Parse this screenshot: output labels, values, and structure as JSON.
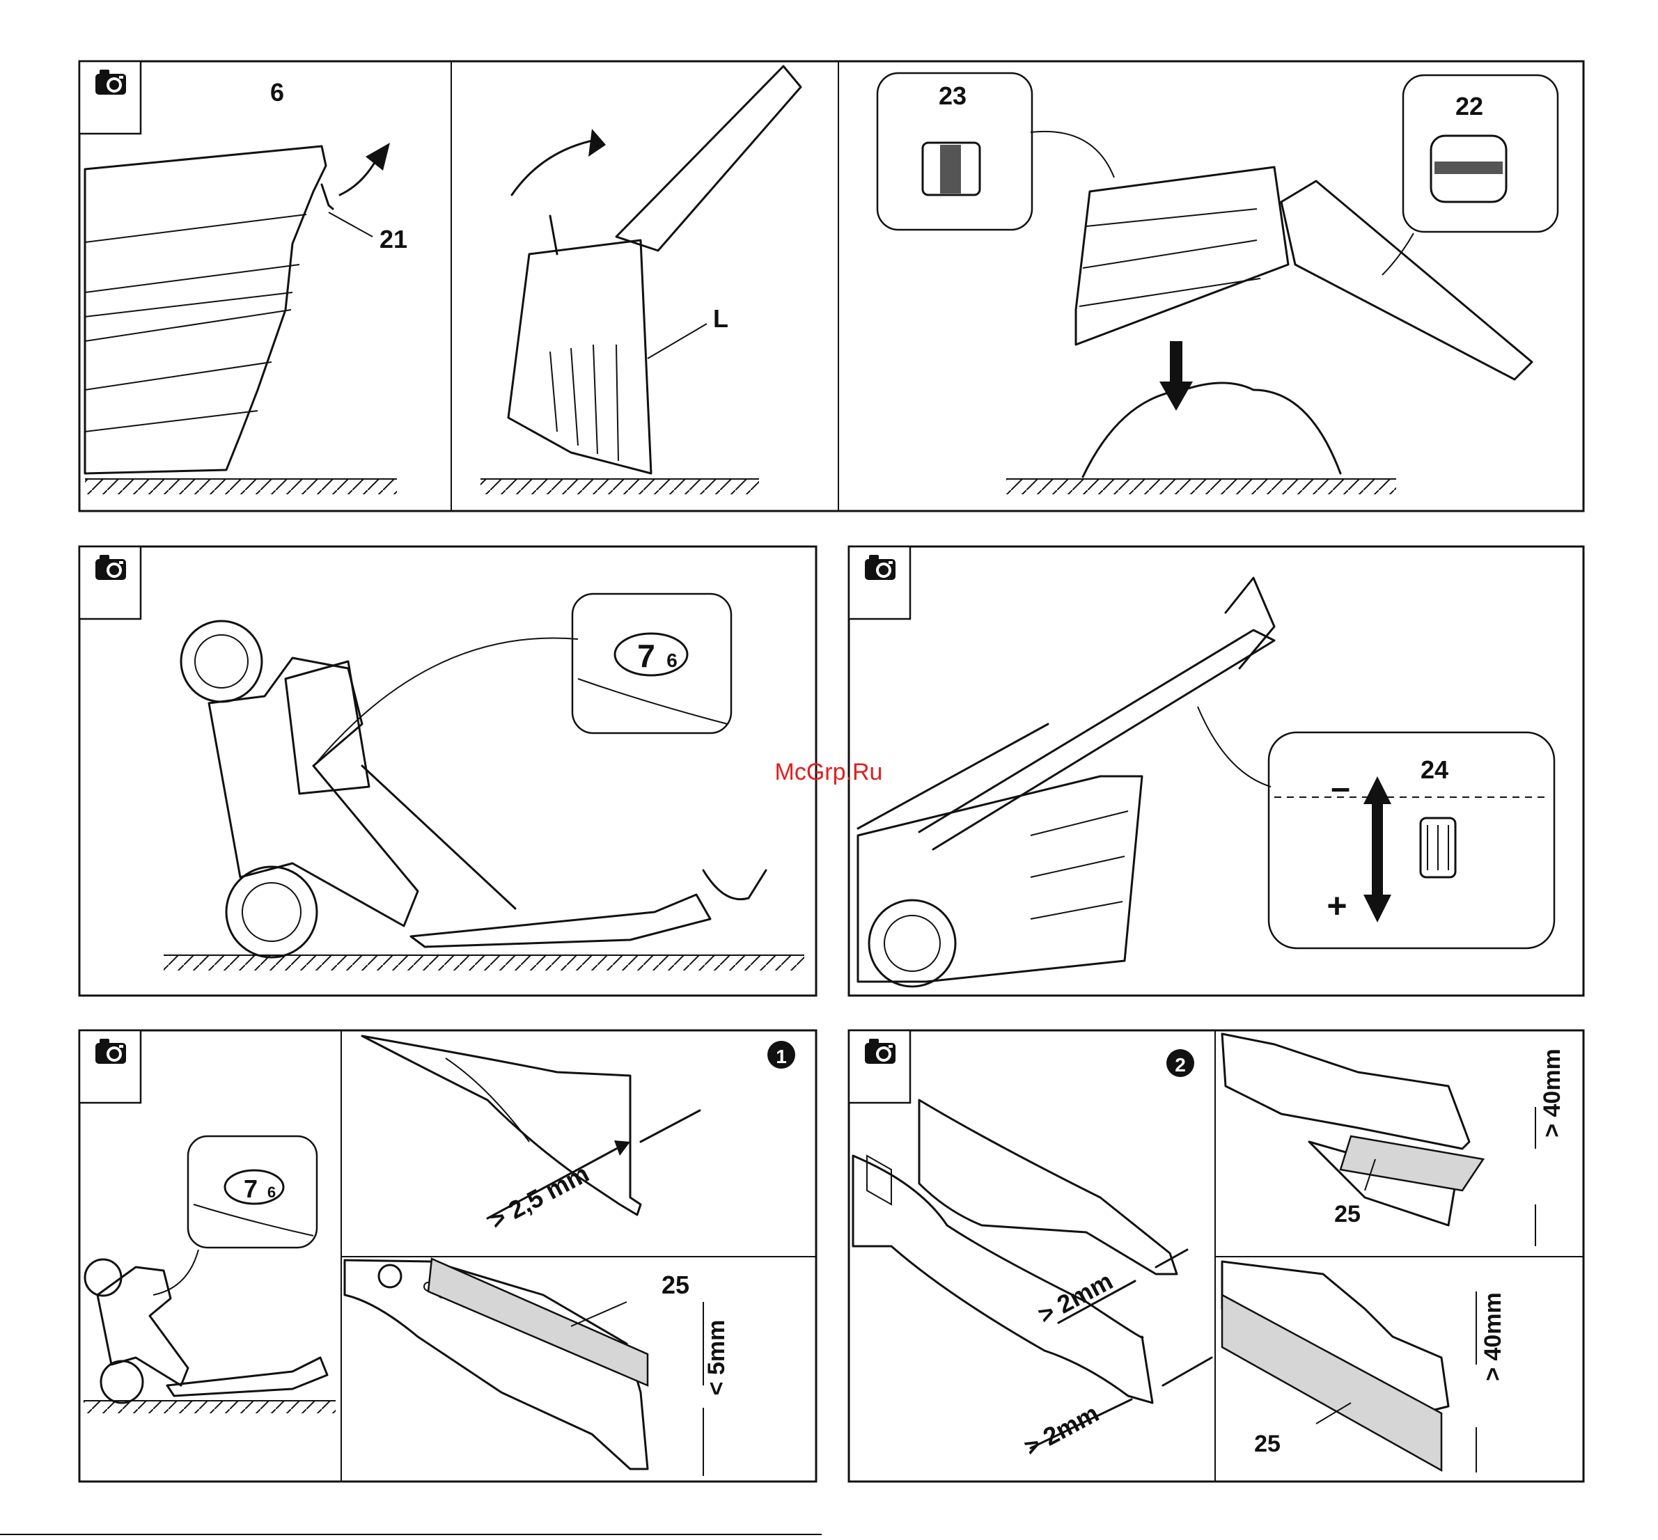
{
  "watermark": "McGrp.Ru",
  "panels": {
    "p1": {
      "labels": {
        "cover": "6",
        "latch": "21"
      }
    },
    "p2": {
      "labels": {
        "bag": "L"
      }
    },
    "p3": {
      "labels": {
        "front_clip": "23",
        "rear_clip": "22"
      }
    },
    "p4": {
      "labels": {
        "height_big": "7",
        "height_small": "6"
      }
    },
    "p5": {
      "labels": {
        "knob": "24",
        "minus": "–",
        "plus": "+"
      }
    },
    "p6": {
      "labels": {
        "step": "1",
        "height_big": "7",
        "height_small": "6",
        "wear": "> 2,5 mm",
        "tool": "25",
        "gap": "< 5mm"
      }
    },
    "p7": {
      "labels": {
        "step": "2",
        "wear_top": "> 2mm",
        "wear_bottom": "> 2mm"
      }
    },
    "p8": {
      "labels": {
        "tool": "25",
        "clear": "> 40mm"
      }
    },
    "p9": {
      "labels": {
        "tool": "25",
        "clear": "> 40mm"
      }
    }
  },
  "icons": {
    "camera": "camera-icon",
    "step1": "step-1-circle-icon",
    "step2": "step-2-circle-icon"
  }
}
